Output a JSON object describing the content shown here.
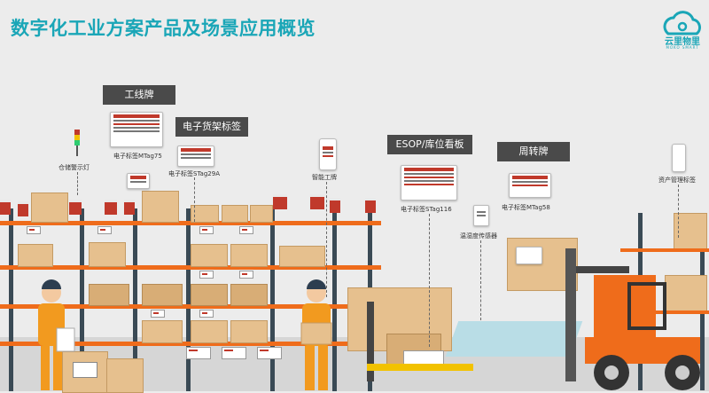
{
  "header": {
    "title": "数字化工业方案产品及场景应用概览",
    "brand_name": "云里物里",
    "brand_sub": "MOKO SMART"
  },
  "callouts": {
    "line_board": "工线牌",
    "shelf_label": "电子货架标签",
    "esop": "ESOP/库位看板",
    "turnover": "周转牌"
  },
  "captions": {
    "warning_light": "仓储警示灯",
    "mtag75": "电子标签MTag75",
    "stag29a": "电子标签STag29A",
    "smart_badge": "智能工牌",
    "stag116": "电子标签STag116",
    "thermo": "温湿度传感器",
    "mtag58": "电子标签MTag58",
    "asset": "资产管理标签"
  },
  "colors": {
    "accent": "#1aa6b7",
    "beam": "#ef6c1b",
    "tag_red": "#c0392b",
    "label_bg": "#4a4a4a"
  }
}
